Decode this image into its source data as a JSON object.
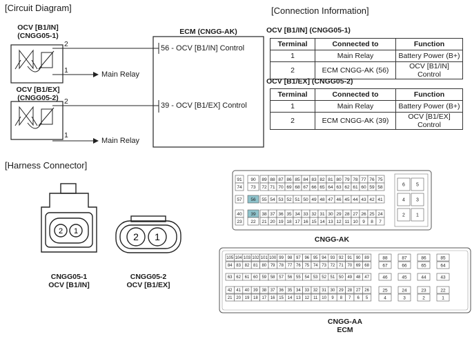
{
  "sections": {
    "circuit": "[Circuit Diagram]",
    "connection": "[Connection Information]",
    "harness": "[Harness Connector]"
  },
  "circuit": {
    "ocv1": {
      "name": "OCV [B1/IN]",
      "code": "(CNGG05-1)",
      "pin_top": "2",
      "pin_bottom": "1",
      "relay": "Main Relay"
    },
    "ocv2": {
      "name": "OCV [B1/EX]",
      "code": "(CNGG05-2)",
      "pin_top": "2",
      "pin_bottom": "1",
      "relay": "Main Relay"
    },
    "ecm_title": "ECM (CNGG-AK)",
    "ecm_pin1": "56 - OCV [B1/IN] Control",
    "ecm_pin2": "39 - OCV [B1/EX] Control"
  },
  "tables": [
    {
      "title": "OCV [B1/IN] (CNGG05-1)",
      "headers": [
        "Terminal",
        "Connected to",
        "Function"
      ],
      "rows": [
        [
          "1",
          "Main Relay",
          "Battery Power (B+)"
        ],
        [
          "2",
          "ECM CNGG-AK (56)",
          "OCV [B1/IN] Control"
        ]
      ]
    },
    {
      "title": "OCV [B1/EX] (CNGG05-2)",
      "headers": [
        "Terminal",
        "Connected to",
        "Function"
      ],
      "rows": [
        [
          "1",
          "Main Relay",
          "Battery Power (B+)"
        ],
        [
          "2",
          "ECM CNGG-AK (39)",
          "OCV [B1/EX] Control"
        ]
      ]
    }
  ],
  "connectors": {
    "cngg05_1": {
      "name": "CNGG05-1",
      "sub": "OCV [B1/IN]",
      "pins": [
        "2",
        "1"
      ]
    },
    "cngg05_2": {
      "name": "CNGG05-2",
      "sub": "OCV [B1/EX]",
      "pins": [
        "2",
        "1"
      ]
    },
    "ak": {
      "name": "CNGG-AK",
      "highlight_color": "#8fc3cc",
      "highlighted_pins": [
        "56",
        "39"
      ],
      "rows": [
        [
          "91",
          "90",
          "89",
          "88",
          "87",
          "86",
          "85",
          "84",
          "83",
          "82",
          "81",
          "80",
          "79",
          "78",
          "77",
          "76",
          "75"
        ],
        [
          "74",
          "73",
          "72",
          "71",
          "70",
          "69",
          "68",
          "67",
          "66",
          "65",
          "64",
          "63",
          "62",
          "61",
          "60",
          "59",
          "58"
        ],
        [
          "57",
          "56",
          "55",
          "54",
          "53",
          "52",
          "51",
          "50",
          "49",
          "48",
          "47",
          "46",
          "45",
          "44",
          "43",
          "42",
          "41"
        ],
        [
          "40",
          "39",
          "38",
          "37",
          "36",
          "35",
          "34",
          "33",
          "32",
          "31",
          "30",
          "29",
          "28",
          "27",
          "26",
          "25",
          "24"
        ],
        [
          "23",
          "22",
          "21",
          "20",
          "19",
          "18",
          "17",
          "16",
          "15",
          "14",
          "13",
          "12",
          "11",
          "10",
          "9",
          "8",
          "7"
        ]
      ],
      "side": [
        [
          "6",
          "5"
        ],
        [
          "4",
          "3"
        ],
        [
          "2",
          "1"
        ]
      ]
    },
    "aa": {
      "name": "CNGG-AA",
      "sub": "ECM",
      "rows": [
        [
          "105",
          "104",
          "103",
          "102",
          "101",
          "100",
          "99",
          "98",
          "97",
          "96",
          "95",
          "94",
          "93",
          "92",
          "91",
          "90",
          "89"
        ],
        [
          "84",
          "83",
          "82",
          "81",
          "80",
          "79",
          "78",
          "77",
          "76",
          "75",
          "74",
          "73",
          "72",
          "71",
          "70",
          "69",
          "68"
        ],
        [
          "63",
          "62",
          "61",
          "60",
          "59",
          "58",
          "57",
          "56",
          "55",
          "54",
          "53",
          "52",
          "51",
          "50",
          "49",
          "48",
          "47"
        ],
        [
          "42",
          "41",
          "40",
          "39",
          "38",
          "37",
          "36",
          "35",
          "34",
          "33",
          "32",
          "31",
          "30",
          "29",
          "28",
          "27",
          "26"
        ],
        [
          "21",
          "20",
          "19",
          "18",
          "17",
          "16",
          "15",
          "14",
          "13",
          "12",
          "11",
          "10",
          "9",
          "8",
          "7",
          "6",
          "5"
        ]
      ],
      "side": [
        [
          "88",
          "87",
          "86",
          "85"
        ],
        [
          "67",
          "66",
          "65",
          "64"
        ],
        [
          "46",
          "45",
          "44",
          "43"
        ],
        [
          "25",
          "24",
          "23",
          "22"
        ],
        [
          "4",
          "3",
          "2",
          "1"
        ]
      ]
    }
  }
}
